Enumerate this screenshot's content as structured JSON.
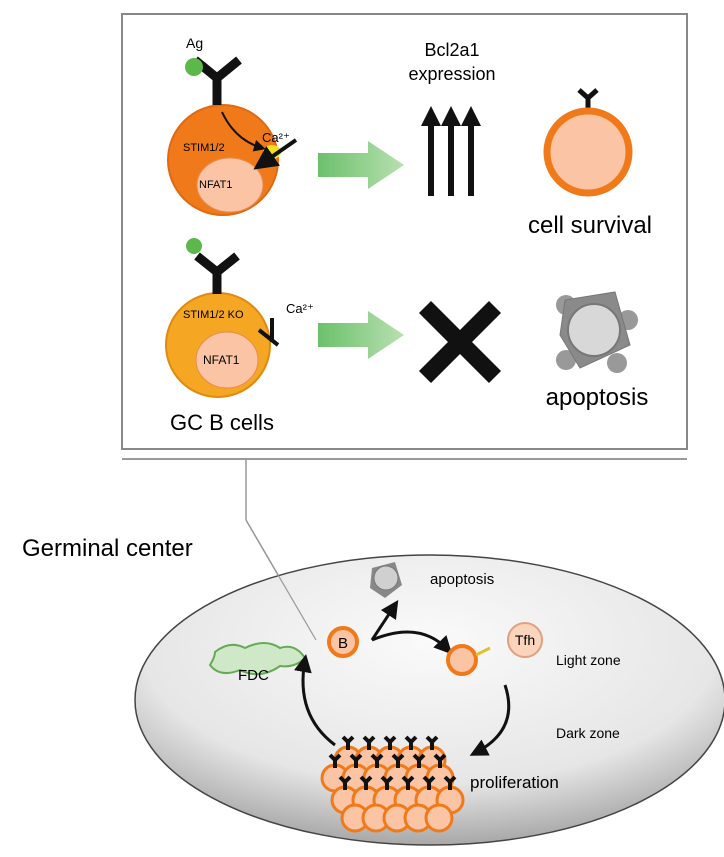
{
  "panel": {
    "ag": "Ag",
    "ca1": "Ca²⁺",
    "ca2": "Ca²⁺",
    "stim": "STIM1/2",
    "stimko": "STIM1/2 KO",
    "nfat1": "NFAT1",
    "nfat2": "NFAT1",
    "bcl_line1": "Bcl2a1",
    "bcl_line2": "expression",
    "survival": "cell survival",
    "apoptosis": "apoptosis",
    "gcb": "GC B cells"
  },
  "gc": {
    "title": "Germinal center",
    "apoptosis": "apoptosis",
    "fdc": "FDC",
    "b": "B",
    "tfh": "Tfh",
    "light": "Light zone",
    "dark": "Dark zone",
    "prolif": "proliferation"
  },
  "colors": {
    "orange": "#f07a1a",
    "light_orange": "#f5a623",
    "pink": "#fbc4a4",
    "green": "#7ec87e"
  }
}
